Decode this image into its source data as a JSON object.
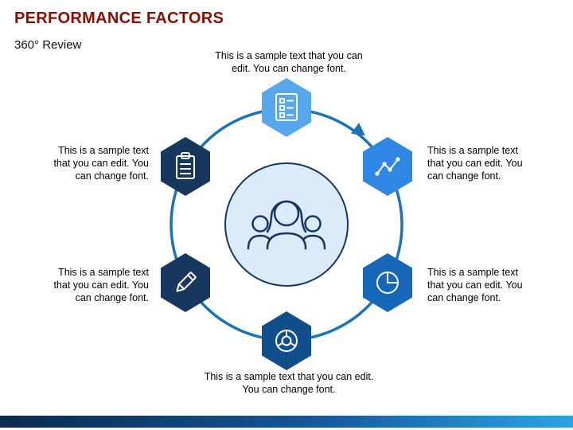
{
  "slide": {
    "title": "PERFORMANCE FACTORS",
    "subtitle": "360° Review"
  },
  "captions": [
    {
      "position": "top",
      "text": "This is a sample text that you can edit. You can change font."
    },
    {
      "position": "top-right",
      "text": "This is a sample text that you can edit. You can change font."
    },
    {
      "position": "bottom-right",
      "text": "This is a sample text that you can edit. You can change font."
    },
    {
      "position": "bottom",
      "text": "This is a sample text that you can edit. You can change font."
    },
    {
      "position": "bottom-left",
      "text": "This is a sample text that you can edit. You can change font."
    },
    {
      "position": "top-left",
      "text": "This is a sample text that you can edit. You can change font."
    }
  ],
  "hexagons": [
    {
      "position": "top",
      "icon": "checklist-icon",
      "color": "#58A7EA"
    },
    {
      "position": "top-right",
      "icon": "line-chart-icon",
      "color": "#2F86E3"
    },
    {
      "position": "bottom-right",
      "icon": "pie-chart-icon",
      "color": "#1767B8"
    },
    {
      "position": "bottom",
      "icon": "donut-chart-icon",
      "color": "#114E8C"
    },
    {
      "position": "bottom-left",
      "icon": "pencil-icon",
      "color": "#17375E"
    },
    {
      "position": "top-left",
      "icon": "clipboard-icon",
      "color": "#17375E"
    }
  ],
  "colors": {
    "title": "#8B0E00",
    "ring": "#1A73B8",
    "center_fill": "#DCEBF9",
    "center_stroke": "#17375E",
    "icon_stroke": "#FFFFFF",
    "bar_left": "#0A2B4C",
    "bar_right": "#2FA3DE"
  }
}
